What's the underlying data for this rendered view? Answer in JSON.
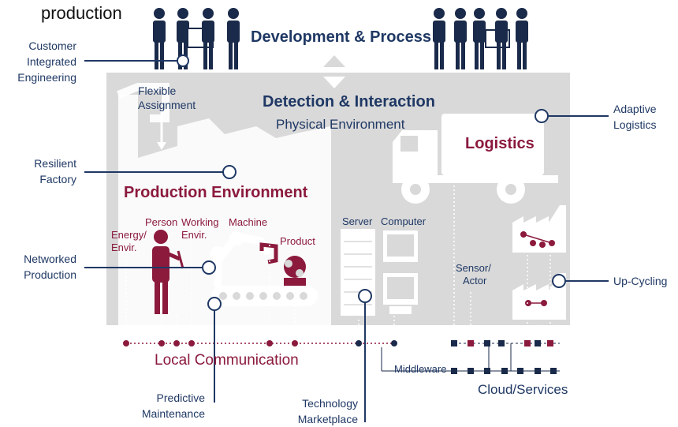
{
  "labels": {
    "production": "production",
    "customer": [
      "Customer",
      "Integrated",
      "Engineering"
    ],
    "resilient": [
      "Resilient",
      "Factory"
    ],
    "networked": [
      "Networked",
      "Production"
    ],
    "predictive": [
      "Predictive",
      "Maintenance"
    ],
    "technology": [
      "Technology",
      "Marketplace"
    ],
    "adaptive": [
      "Adaptive",
      "Logistics"
    ],
    "upcycling": "Up-Cycling",
    "development": "Development & Process",
    "flexible": [
      "Flexible",
      "Assignment"
    ],
    "detection": "Detection & Interaction",
    "physical": "Physical Environment",
    "logistics": "Logistics",
    "production_env": "Production Environment",
    "energy": [
      "Energy/",
      "Envir."
    ],
    "person": "Person",
    "working": [
      "Working",
      "Envir."
    ],
    "machine": "Machine",
    "product": "Product",
    "server": "Server",
    "computer": "Computer",
    "sensor": [
      "Sensor/",
      "Actor"
    ],
    "local_comm": "Local Communication",
    "middleware": "Middleware",
    "cloud": "Cloud/Services"
  },
  "colors": {
    "navy": "#1f3864",
    "maroon": "#8b1a3d",
    "panel": "#d9d9d9",
    "dark_navy": "#1a2a4a"
  },
  "icons": [
    "people-icon",
    "factory-icon",
    "truck-icon",
    "robot-arm-icon",
    "server-icon",
    "computer-icon",
    "arrow-up-icon",
    "arrow-down-icon"
  ]
}
